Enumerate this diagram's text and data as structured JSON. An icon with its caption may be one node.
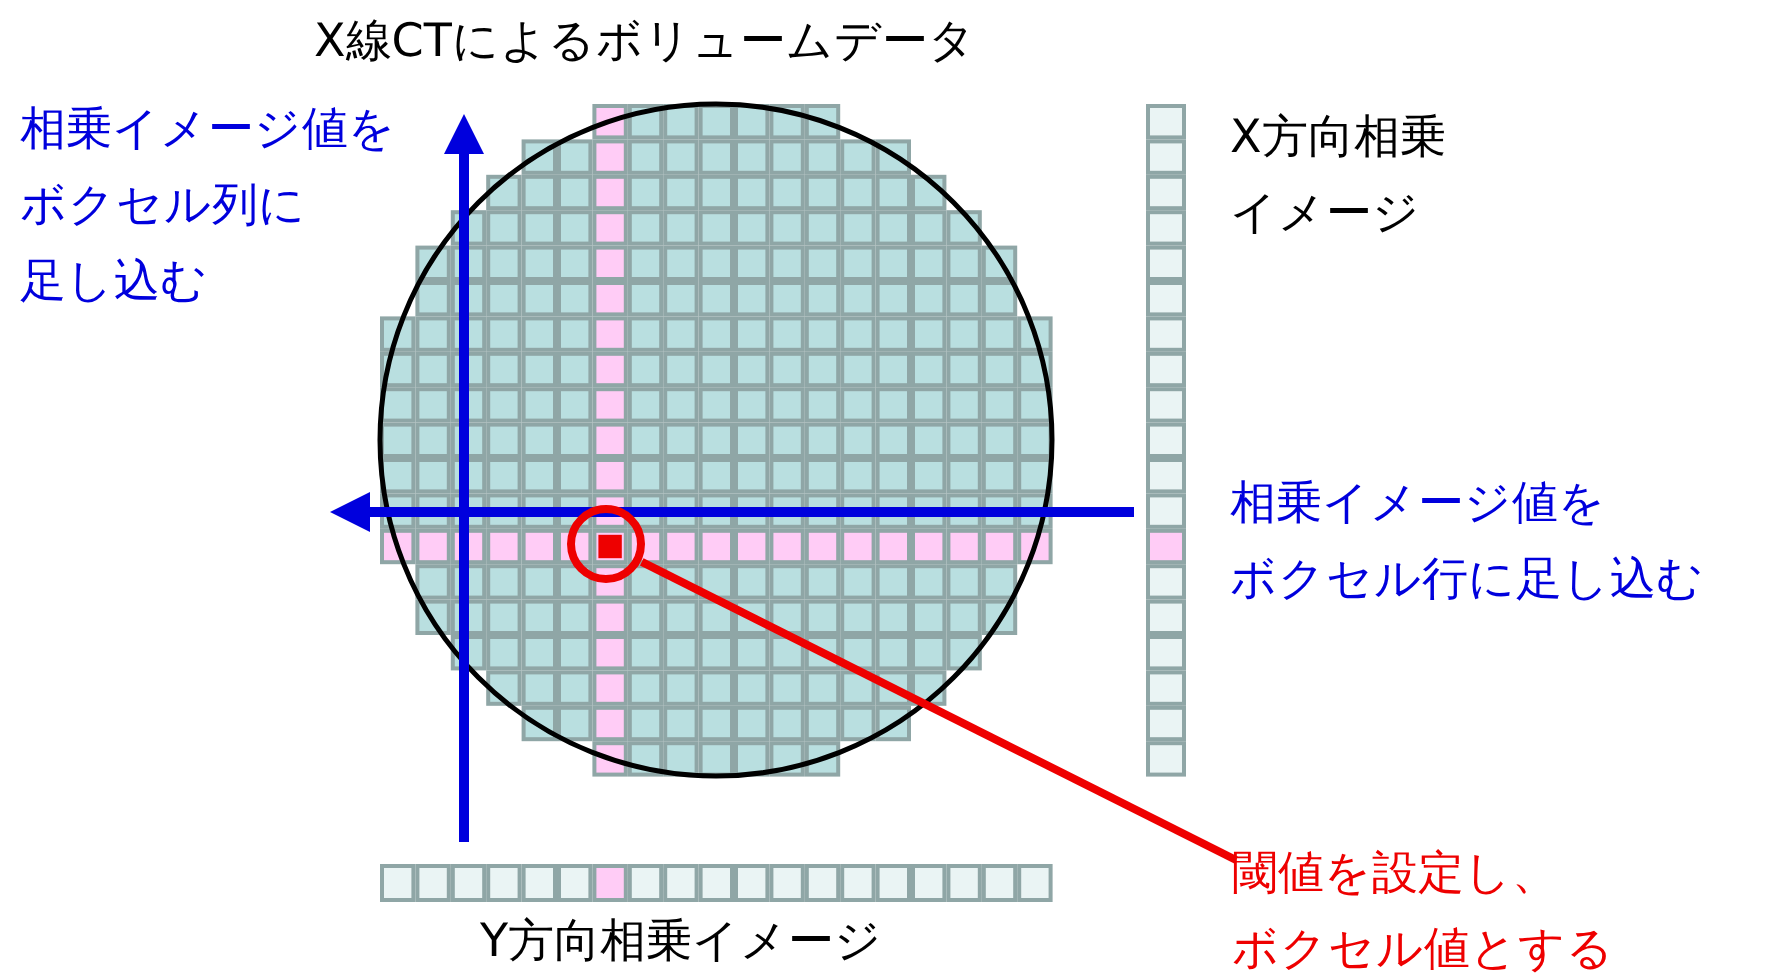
{
  "diagram": {
    "title": "X線CTによるボリュームデータ",
    "nodes": [
      {
        "text": [],
        "shape": "circle"
      },
      {
        "text": [
          "閾値を設定し、ボクセル値とする"
        ]
      }
    ],
    "edges": [
      {
        "from": 1,
        "to": 0,
        "arrow": "none"
      }
    ],
    "labels": [
      "相乗イメージ値をボクセル列に足し込む",
      "X方向相乗イメージ",
      "相乗イメージ値をボクセル行に足し込む",
      "Y方向相乗イメージ"
    ]
  }
}
